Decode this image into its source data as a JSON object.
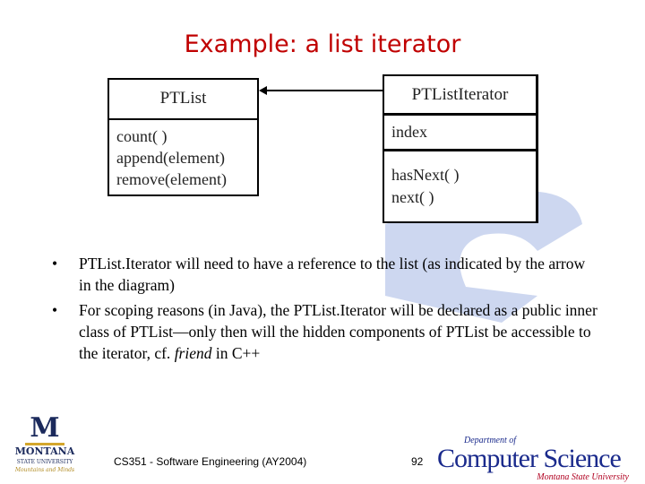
{
  "title": "Example: a list iterator",
  "diagram": {
    "ptlist": {
      "name": "PTList",
      "methods": [
        "count( )",
        "append(element)",
        "remove(element)"
      ]
    },
    "iterator": {
      "name": "PTListIterator",
      "attributes": [
        "index"
      ],
      "methods": [
        "hasNext( )",
        "next( )"
      ]
    }
  },
  "bullets": [
    {
      "parts": [
        "PTList.Iterator will need to have a reference to the list (as indicated by the arrow in the diagram)"
      ]
    },
    {
      "before": "For scoping reasons (in Java), the PTList.Iterator will be declared as a public inner class of PTList—only then will the hidden components of PTList be accessible to the iterator, cf. ",
      "em": "friend",
      "after": " in C++"
    }
  ],
  "bullet_symbol": "•",
  "footer": {
    "course": "CS351 - Software Engineering (AY2004)",
    "page": "92",
    "msu_logo": {
      "letter": "M",
      "name": "MONTANA",
      "sub": "STATE UNIVERSITY",
      "tag": "Mountains and Minds"
    },
    "cs_logo": {
      "dept": "Department of",
      "name": "Computer Science",
      "sub": "Montana State University"
    }
  },
  "colors": {
    "title": "#c00000",
    "watermark": "#c8d3ee",
    "logo_blue": "#1a2a8c",
    "logo_red": "#b00020"
  }
}
